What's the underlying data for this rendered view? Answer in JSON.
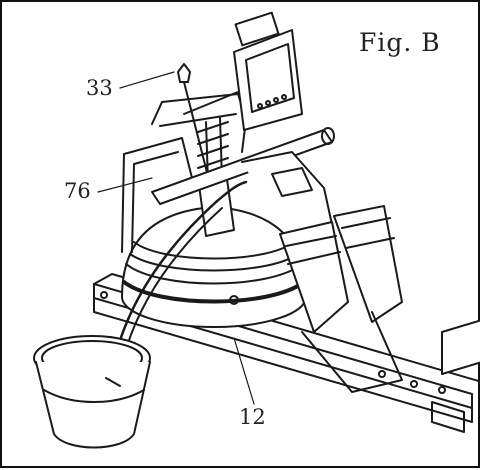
{
  "figure": {
    "title": "Fig. B",
    "callouts": [
      {
        "id": "33",
        "text": "33"
      },
      {
        "id": "76",
        "text": "76"
      },
      {
        "id": "12",
        "text": "12"
      }
    ]
  },
  "colors": {
    "line": "#1a1a1a",
    "background": "#ffffff"
  }
}
